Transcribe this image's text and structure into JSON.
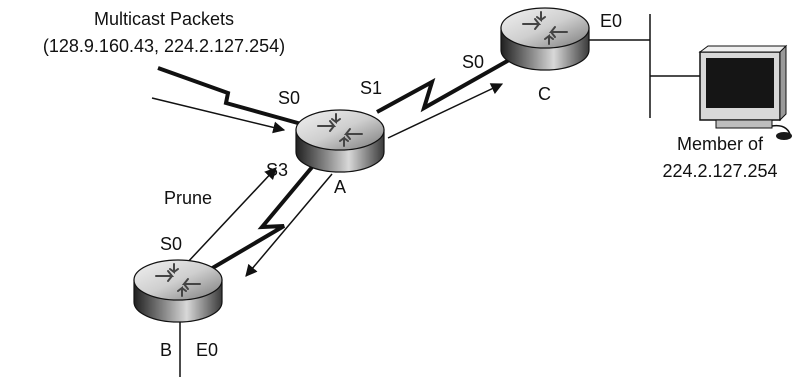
{
  "source": {
    "title": "Multicast Packets",
    "group": "(128.9.160.43, 224.2.127.254)"
  },
  "routers": {
    "a": {
      "name": "A",
      "interfaces": [
        "S0",
        "S1",
        "S3"
      ]
    },
    "b": {
      "name": "B",
      "interfaces": [
        "S0",
        "E0"
      ]
    },
    "c": {
      "name": "C",
      "interfaces": [
        "S0",
        "E0"
      ]
    }
  },
  "member": {
    "line1": "Member of",
    "line2": "224.2.127.254"
  },
  "messages": {
    "prune": "Prune"
  },
  "colors": {
    "ink": "#111111",
    "router_dark": "#3a3a3a",
    "router_light": "#e6e6e6",
    "monitor_screen": "#1a1a1a"
  }
}
